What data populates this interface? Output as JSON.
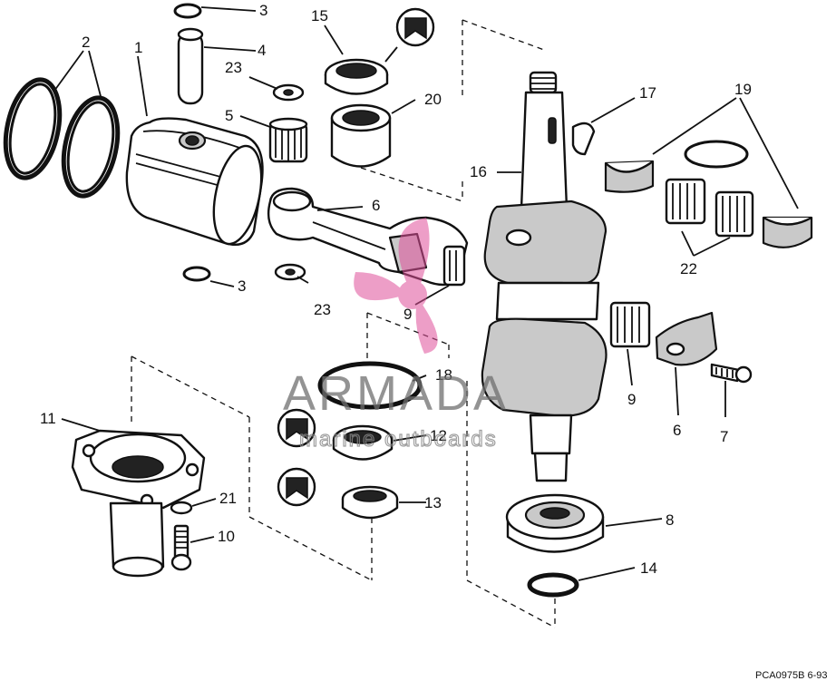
{
  "diagram_code": "PCA0975B   6-93",
  "watermark": {
    "brand": "ARMADA",
    "tagline": "marine outboards",
    "accent_color": "#e0509a"
  },
  "callouts": {
    "c3a": "3",
    "c2": "2",
    "c1": "1",
    "c4": "4",
    "c23a": "23",
    "c5": "5",
    "c15": "15",
    "c20": "20",
    "c6a": "6",
    "c3b": "3",
    "c23b": "23",
    "c9a": "9",
    "c17": "17",
    "c19": "19",
    "c16": "16",
    "c22": "22",
    "c18": "18",
    "c11": "11",
    "c12": "12",
    "c13": "13",
    "c21": "21",
    "c10": "10",
    "c9b": "9",
    "c6b": "6",
    "c7": "7",
    "c8": "8",
    "c14": "14"
  }
}
